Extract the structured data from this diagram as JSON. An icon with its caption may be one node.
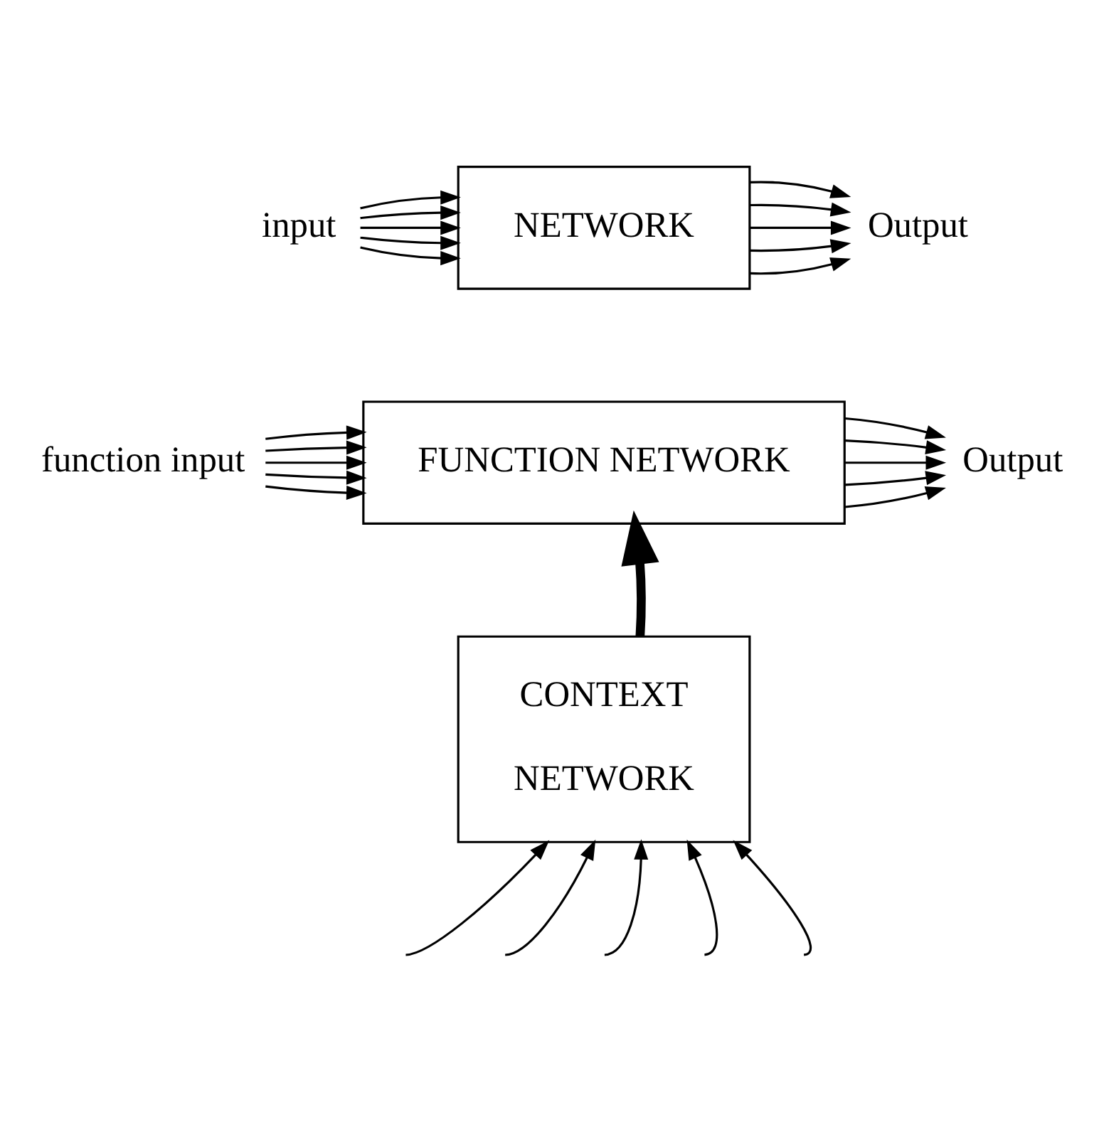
{
  "diagram": {
    "nodes": [
      {
        "text": [
          "input"
        ]
      },
      {
        "text": [
          "NETWORK"
        ]
      },
      {
        "text": [
          "Output"
        ]
      },
      {
        "text": [
          "function input"
        ]
      },
      {
        "text": [
          "FUNCTION NETWORK"
        ]
      },
      {
        "text": [
          "Output"
        ]
      },
      {
        "text": [
          "CONTEXT",
          "NETWORK"
        ]
      }
    ],
    "edges": [
      {
        "from": 0,
        "to": 1,
        "arrow": "to"
      },
      {
        "from": 0,
        "to": 1,
        "arrow": "to"
      },
      {
        "from": 0,
        "to": 1,
        "arrow": "to"
      },
      {
        "from": 0,
        "to": 1,
        "arrow": "to"
      },
      {
        "from": 0,
        "to": 1,
        "arrow": "to"
      },
      {
        "from": 1,
        "to": 2,
        "arrow": "to"
      },
      {
        "from": 1,
        "to": 2,
        "arrow": "to"
      },
      {
        "from": 1,
        "to": 2,
        "arrow": "to"
      },
      {
        "from": 1,
        "to": 2,
        "arrow": "to"
      },
      {
        "from": 1,
        "to": 2,
        "arrow": "to"
      },
      {
        "from": 3,
        "to": 4,
        "arrow": "to"
      },
      {
        "from": 3,
        "to": 4,
        "arrow": "to"
      },
      {
        "from": 3,
        "to": 4,
        "arrow": "to"
      },
      {
        "from": 3,
        "to": 4,
        "arrow": "to"
      },
      {
        "from": 3,
        "to": 4,
        "arrow": "to"
      },
      {
        "from": 4,
        "to": 5,
        "arrow": "to"
      },
      {
        "from": 4,
        "to": 5,
        "arrow": "to"
      },
      {
        "from": 4,
        "to": 5,
        "arrow": "to"
      },
      {
        "from": 4,
        "to": 5,
        "arrow": "to"
      },
      {
        "from": 4,
        "to": 5,
        "arrow": "to"
      },
      {
        "from": 6,
        "to": 4,
        "arrow": "to",
        "style": "thick"
      },
      {
        "from": null,
        "to": 6,
        "arrow": "to"
      },
      {
        "from": null,
        "to": 6,
        "arrow": "to"
      },
      {
        "from": null,
        "to": 6,
        "arrow": "to"
      },
      {
        "from": null,
        "to": 6,
        "arrow": "to"
      },
      {
        "from": null,
        "to": 6,
        "arrow": "to"
      }
    ]
  }
}
